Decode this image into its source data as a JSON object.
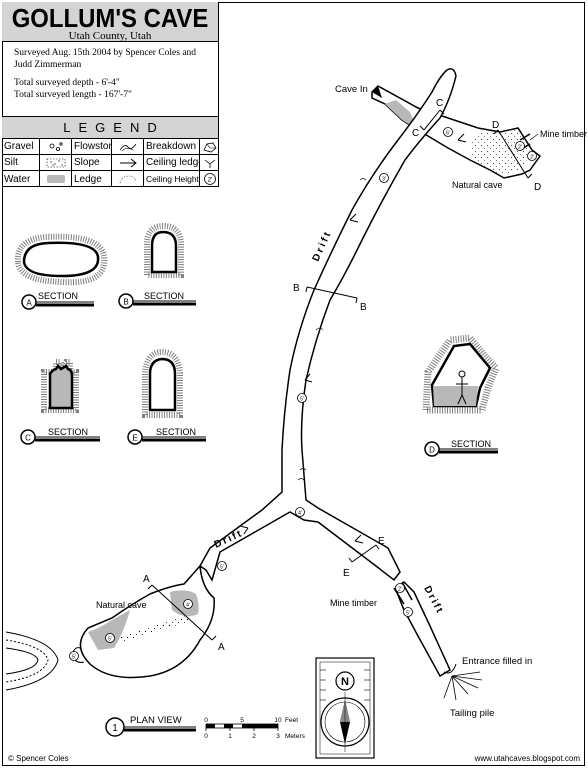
{
  "header": {
    "title": "GOLLUM'S CAVE",
    "subtitle": "Utah County, Utah"
  },
  "survey_info": {
    "line1": "Surveyed Aug. 15th 2004 by Spencer Coles and",
    "line2": "Judd Zimmerman",
    "depth": "Total surveyed depth - 6'-4\"",
    "length": "Total surveyed length - 167'-7\""
  },
  "legend": {
    "title": "LEGEND",
    "items": {
      "gravel": "Gravel",
      "flowstone": "Flowstone",
      "breakdown": "Breakdown",
      "silt": "Silt",
      "slope": "Slope",
      "ceiling_ledge": "Ceiling ledge",
      "water": "Water",
      "ledge": "Ledge",
      "ceiling_height": "Ceiling Height",
      "ceiling_height_symbol": "2'"
    }
  },
  "sections": {
    "a": {
      "letter": "A",
      "label": "SECTION"
    },
    "b": {
      "letter": "B",
      "label": "SECTION"
    },
    "c": {
      "letter": "C",
      "label": "SECTION"
    },
    "d": {
      "letter": "D",
      "label": "SECTION"
    },
    "e": {
      "letter": "E",
      "label": "SECTION"
    }
  },
  "map_labels": {
    "cave_in": "Cave In",
    "mine_timber_top": "Mine timber",
    "natural_cave_top": "Natural cave",
    "drift_main": "Drift",
    "drift_left": "Drift",
    "drift_right": "Drift",
    "natural_cave_left": "Natural cave",
    "mine_timber_bottom": "Mine timber",
    "entrance_filled": "Entrance filled in",
    "tailing_pile": "Tailing pile",
    "compass_n": "N"
  },
  "cut_letters": {
    "a": "A",
    "b": "B",
    "c": "C",
    "d": "D",
    "e": "E"
  },
  "ceiling_heights": {
    "h1": "6'",
    "h2": "2'",
    "h3": "3'",
    "h4": "5'",
    "h5": "4'",
    "h6": "5'",
    "h7": "4'",
    "h8": "5'",
    "h9": "5'",
    "h10": "5'",
    "h11": "2'",
    "h12": "2'"
  },
  "plan_view": {
    "number": "1",
    "label": "PLAN VIEW"
  },
  "scale_bar": {
    "feet_ticks": [
      "0",
      "5",
      "10"
    ],
    "feet_unit": "Feet",
    "meter_ticks": [
      "0",
      "1",
      "2",
      "3"
    ],
    "meter_unit": "Meters"
  },
  "footer": {
    "credit": "© Spencer Coles",
    "website": "www.utahcaves.blogspot.com"
  },
  "colors": {
    "ledge_fill": "#b8b8b8",
    "header_fill": "#d4d4d4",
    "line": "#000000"
  }
}
